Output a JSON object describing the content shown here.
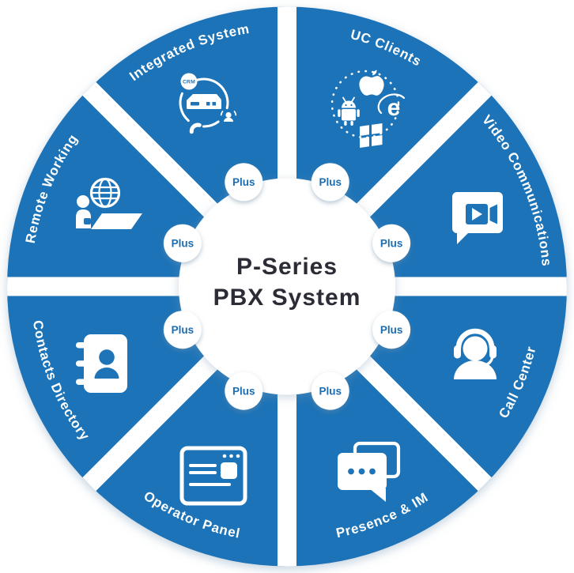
{
  "title": {
    "line1": "P-Series",
    "line2": "PBX System"
  },
  "badge_label": "Plus",
  "segments": [
    {
      "label": "Integrated System",
      "icon": "crm-integration-icon"
    },
    {
      "label": "UC Clients",
      "icon": "platform-logos-icon"
    },
    {
      "label": "Video Communications",
      "icon": "video-camera-bubble-icon"
    },
    {
      "label": "Call Center",
      "icon": "headset-agent-icon"
    },
    {
      "label": "Presence & IM",
      "icon": "chat-bubbles-icon"
    },
    {
      "label": "Operator Panel",
      "icon": "browser-window-icon"
    },
    {
      "label": "Contacts Directory",
      "icon": "address-book-icon"
    },
    {
      "label": "Remote Working",
      "icon": "remote-worker-icon"
    }
  ],
  "icon_texts": {
    "crm": "CRM",
    "ie": "e"
  },
  "colors": {
    "wedge_blue": "#1f73b7",
    "plus_text": "#1b6db3",
    "title_text": "#2b2c35",
    "background": "#ffffff"
  }
}
